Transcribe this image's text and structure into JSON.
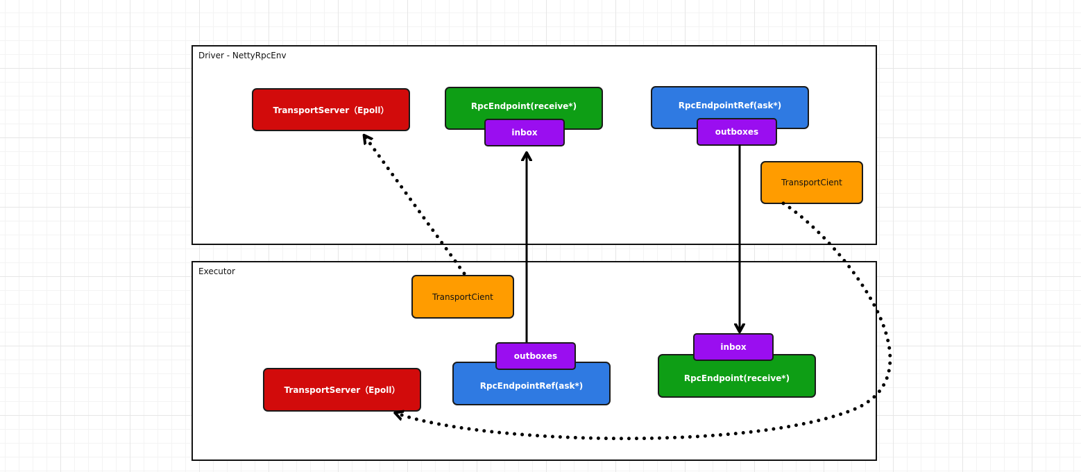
{
  "driver": {
    "title": "Driver - NettyRpcEnv",
    "transport_server": "TransportServer（Epoll）",
    "rpc_endpoint": "RpcEndpoint(receive*)",
    "inbox": "inbox",
    "rpc_endpoint_ref": "RpcEndpointRef(ask*)",
    "outboxes": "outboxes",
    "transport_client": "TransportCient"
  },
  "executor": {
    "title": "Executor",
    "transport_client": "TransportCient",
    "outboxes": "outboxes",
    "rpc_endpoint_ref": "RpcEndpointRef(ask*)",
    "inbox": "inbox",
    "rpc_endpoint": "RpcEndpoint(receive*)",
    "transport_server": "TransportServer（Epoll）"
  },
  "colors": {
    "transport_server": "#d20b0b",
    "rpc_endpoint": "#0e9e15",
    "rpc_endpoint_ref": "#2f7ae2",
    "queue": "#9a0ef0",
    "transport_client": "#ff9c00"
  },
  "connections": [
    {
      "from": "executor-transport-client",
      "to": "driver-transport-server",
      "style": "dotted"
    },
    {
      "from": "executor-outboxes",
      "to": "driver-inbox",
      "style": "solid"
    },
    {
      "from": "driver-outboxes",
      "to": "executor-inbox",
      "style": "solid"
    },
    {
      "from": "driver-transport-client",
      "to": "executor-transport-server",
      "style": "dotted"
    }
  ]
}
